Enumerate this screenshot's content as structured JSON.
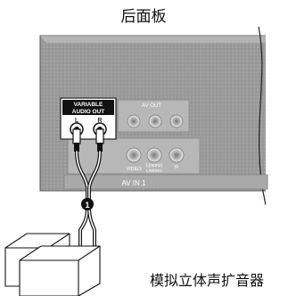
{
  "title": "后面板",
  "caption": "模拟立体声扩音器",
  "variable_audio_out": {
    "line1": "VARIABLE",
    "line2": "AUDIO OUT",
    "left": "L",
    "right": "R"
  },
  "av_out_label": "AV OUT",
  "av_in_label": "AV IN 1",
  "video_label": "VIDEO",
  "audio_in_left": "L(mono)",
  "audio_in_left_sub": "L/MONO",
  "audio_in_right": "R",
  "callout_number": "1"
}
